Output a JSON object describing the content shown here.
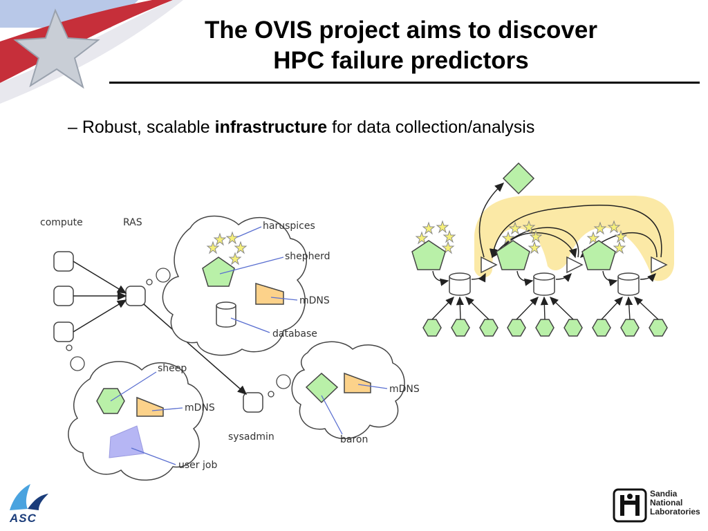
{
  "title": {
    "line1": "The OVIS project aims to discover",
    "line2": "HPC failure predictors"
  },
  "bullet": {
    "prefix": "– Robust, scalable ",
    "bold": "infrastructure",
    "suffix": " for data collection/analysis"
  },
  "diagram_left": {
    "compute": "compute",
    "ras": "RAS",
    "haruspices": "haruspices",
    "shepherd": "shepherd",
    "mdns_top": "mDNS",
    "database": "database",
    "sheep": "sheep",
    "mdns_left": "mDNS",
    "user_job": "user job",
    "sysadmin": "sysadmin",
    "mdns_right": "mDNS",
    "baron": "baron"
  },
  "logos": {
    "asc": "ASC",
    "sandia_line1": "Sandia",
    "sandia_line2": "National",
    "sandia_line3": "Laboratories"
  },
  "colors": {
    "green": "#b9f0a8",
    "orange": "#fcd28a",
    "yellow_band": "#fbe9a6",
    "star": "#f6f07a",
    "purple": "#b6b6f4"
  }
}
